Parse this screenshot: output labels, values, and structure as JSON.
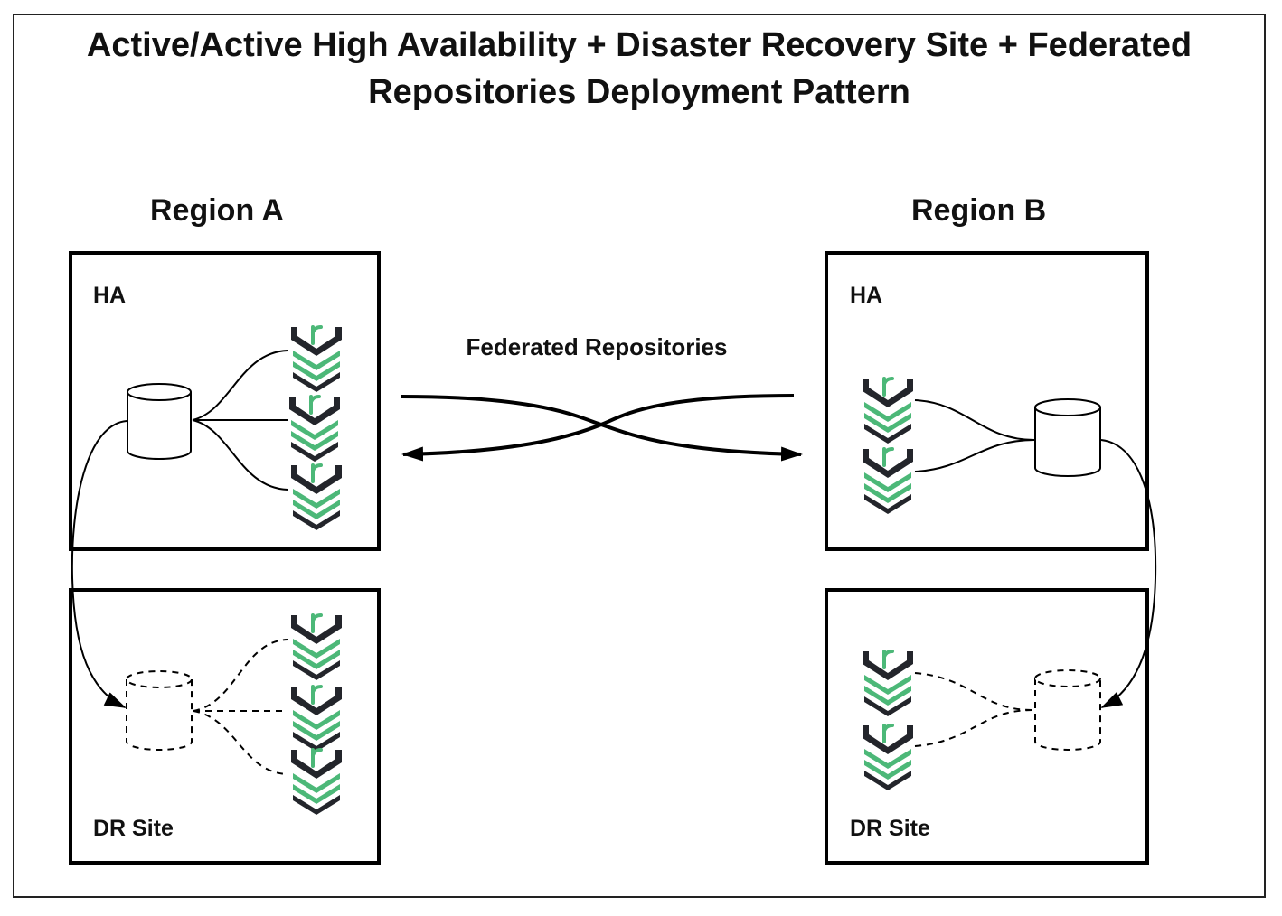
{
  "title": {
    "line1": "Active/Active High Availability + Disaster Recovery Site + Federated",
    "line2": "Repositories Deployment Pattern"
  },
  "regions": [
    {
      "id": "a",
      "label": "Region A",
      "ha_label": "HA",
      "dr_label": "DR Site",
      "ha_nodes": 3,
      "dr_nodes": 3
    },
    {
      "id": "b",
      "label": "Region B",
      "ha_label": "HA",
      "dr_label": "DR Site",
      "ha_nodes": 2,
      "dr_nodes": 2
    }
  ],
  "link": {
    "label": "Federated Repositories"
  },
  "icons": {
    "node": "jfrog-artifactory-node-icon",
    "database": "database-cylinder-icon"
  },
  "colors": {
    "accent": "#4cb878",
    "dark": "#23252b",
    "line": "#000000",
    "frame": "#222222"
  }
}
